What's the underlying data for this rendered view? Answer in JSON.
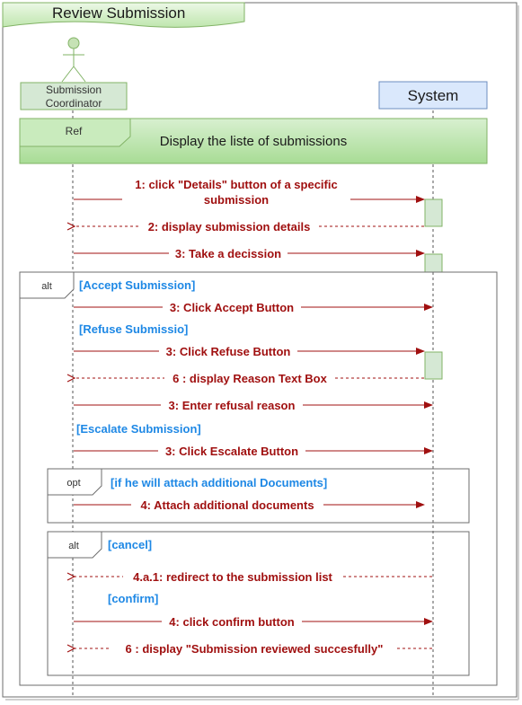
{
  "diagram": {
    "title": "Review Submission",
    "actor": {
      "name_line1": "Submission",
      "name_line2": "Coordinator"
    },
    "system": {
      "name": "System"
    },
    "ref": {
      "tag": "Ref",
      "text": "Display the liste of submissions"
    },
    "messages": {
      "m1_line1": "1: click \"Details\" button of a specific",
      "m1_line2": "submission",
      "m2": "2: display submission details",
      "m3": "3: Take a decission",
      "accept_click": "3: Click Accept Button",
      "refuse_click": "3: Click Refuse Button",
      "reason_box": "6 : display Reason Text Box",
      "refusal_reason": "3: Enter refusal reason",
      "escalate_click": "3: Click Escalate Button",
      "attach_docs": "4: Attach additional documents",
      "redirect": "4.a.1: redirect to the submission list",
      "confirm_click": "4: click confirm button",
      "reviewed_msg": "6 : display \"Submission reviewed succesfully\""
    },
    "fragments": {
      "alt_outer": {
        "tag": "alt",
        "guard_accept": "[Accept Submission]",
        "guard_refuse": "[Refuse Submissio]",
        "guard_escalate": "[Escalate Submission]"
      },
      "opt": {
        "tag": "opt",
        "guard": "[if he will attach additional Documents]"
      },
      "alt_inner": {
        "tag": "alt",
        "guard_cancel": "[cancel]",
        "guard_confirm": "[confirm]"
      }
    },
    "colors": {
      "message": "#a01010",
      "guard": "#1e88e5",
      "activation_fill": "#d5e8d4",
      "activation_stroke": "#82b366",
      "system_fill": "#dae8fc",
      "system_stroke": "#6c8ebf"
    }
  }
}
